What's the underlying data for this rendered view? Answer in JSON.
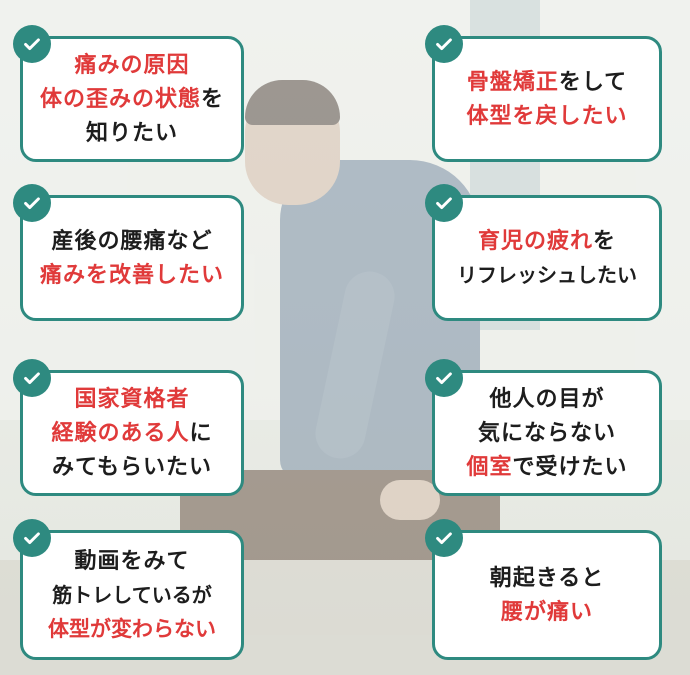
{
  "colors": {
    "accent": "#2e8a80",
    "highlight": "#e03a3a",
    "text": "#1d1d1d"
  },
  "cards": [
    {
      "lines": [
        [
          {
            "t": "痛みの原因",
            "h": true
          }
        ],
        [
          {
            "t": "体の歪みの状態",
            "h": true
          },
          {
            "t": "を",
            "h": false
          }
        ],
        [
          {
            "t": "知りたい",
            "h": false
          }
        ]
      ]
    },
    {
      "lines": [
        [
          {
            "t": "骨盤矯正",
            "h": true
          },
          {
            "t": "をして",
            "h": false
          }
        ],
        [
          {
            "t": "体型を戻したい",
            "h": true
          }
        ]
      ]
    },
    {
      "lines": [
        [
          {
            "t": "産後の腰痛など",
            "h": false
          }
        ],
        [
          {
            "t": "痛みを改善したい",
            "h": true
          }
        ]
      ]
    },
    {
      "lines": [
        [
          {
            "t": "育児の疲れ",
            "h": true
          },
          {
            "t": "を",
            "h": false
          }
        ],
        [
          {
            "t": "リフレッシュしたい",
            "h": false
          }
        ]
      ]
    },
    {
      "lines": [
        [
          {
            "t": "国家資格者",
            "h": true
          }
        ],
        [
          {
            "t": "経験のある人",
            "h": true
          },
          {
            "t": "に",
            "h": false
          }
        ],
        [
          {
            "t": "みてもらいたい",
            "h": false
          }
        ]
      ]
    },
    {
      "lines": [
        [
          {
            "t": "他人の目が",
            "h": false
          }
        ],
        [
          {
            "t": "気にならない",
            "h": false
          }
        ],
        [
          {
            "t": "個室",
            "h": true
          },
          {
            "t": "で受けたい",
            "h": false
          }
        ]
      ]
    },
    {
      "lines": [
        [
          {
            "t": "動画をみて",
            "h": false
          }
        ],
        [
          {
            "t": "筋トレしているが",
            "h": false
          }
        ],
        [
          {
            "t": "体型が変わらない",
            "h": true
          }
        ]
      ]
    },
    {
      "lines": [
        [
          {
            "t": "朝起きると",
            "h": false
          }
        ],
        [
          {
            "t": "腰が痛い",
            "h": true
          }
        ]
      ]
    }
  ]
}
